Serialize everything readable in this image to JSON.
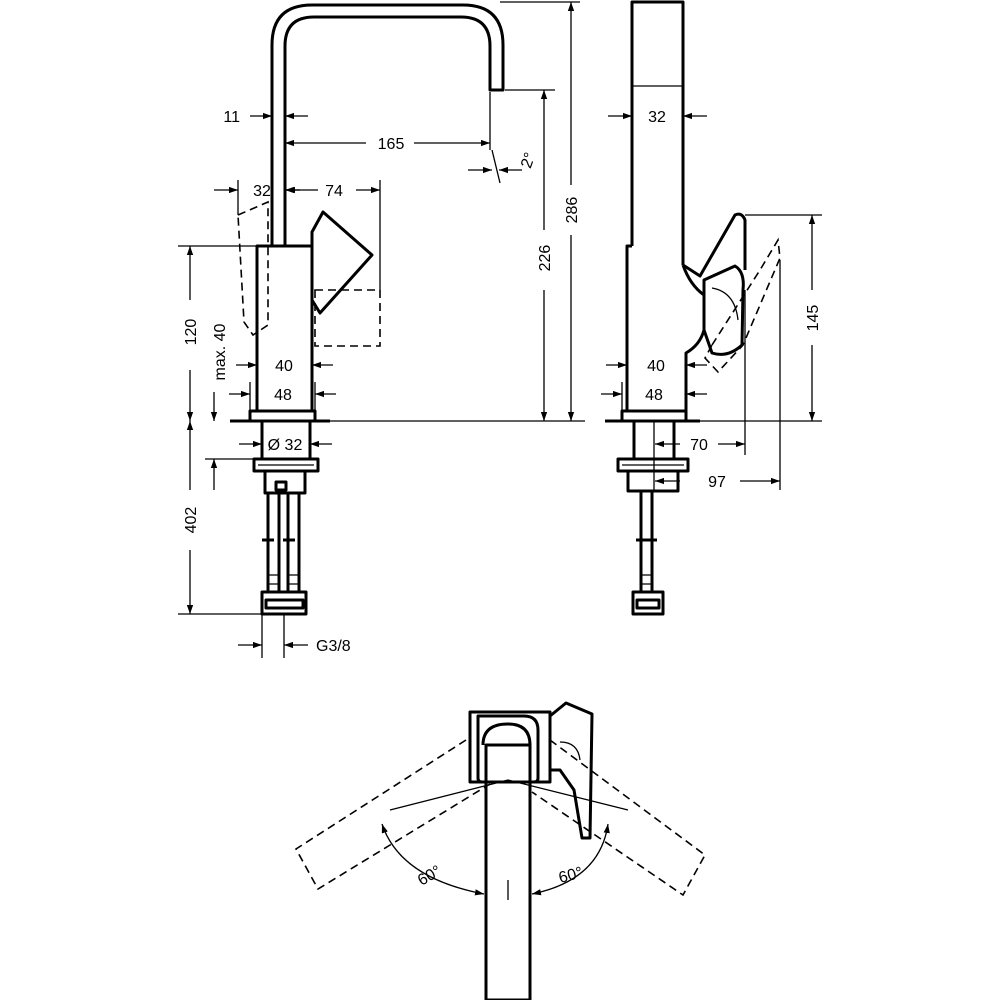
{
  "dimensions": {
    "spout_wall": "11",
    "spout_reach": "165",
    "spout_angle": "2°",
    "handle_back": "32",
    "handle_front": "74",
    "body_height": "120",
    "max_deck": "max. 40",
    "body_width_front": "40",
    "base_width_front": "48",
    "thread_dia": "Ø 32",
    "supply_length": "402",
    "supply_thread": "G3/8",
    "spout_height": "226",
    "total_height": "286",
    "side_spout_width": "32",
    "body_width_side": "40",
    "base_width_side": "48",
    "handle_height": "145",
    "handle_reach": "70",
    "handle_reach_max": "97",
    "swivel_left": "60°",
    "swivel_right": "60°"
  },
  "line_color": "#000000",
  "background": "#ffffff"
}
